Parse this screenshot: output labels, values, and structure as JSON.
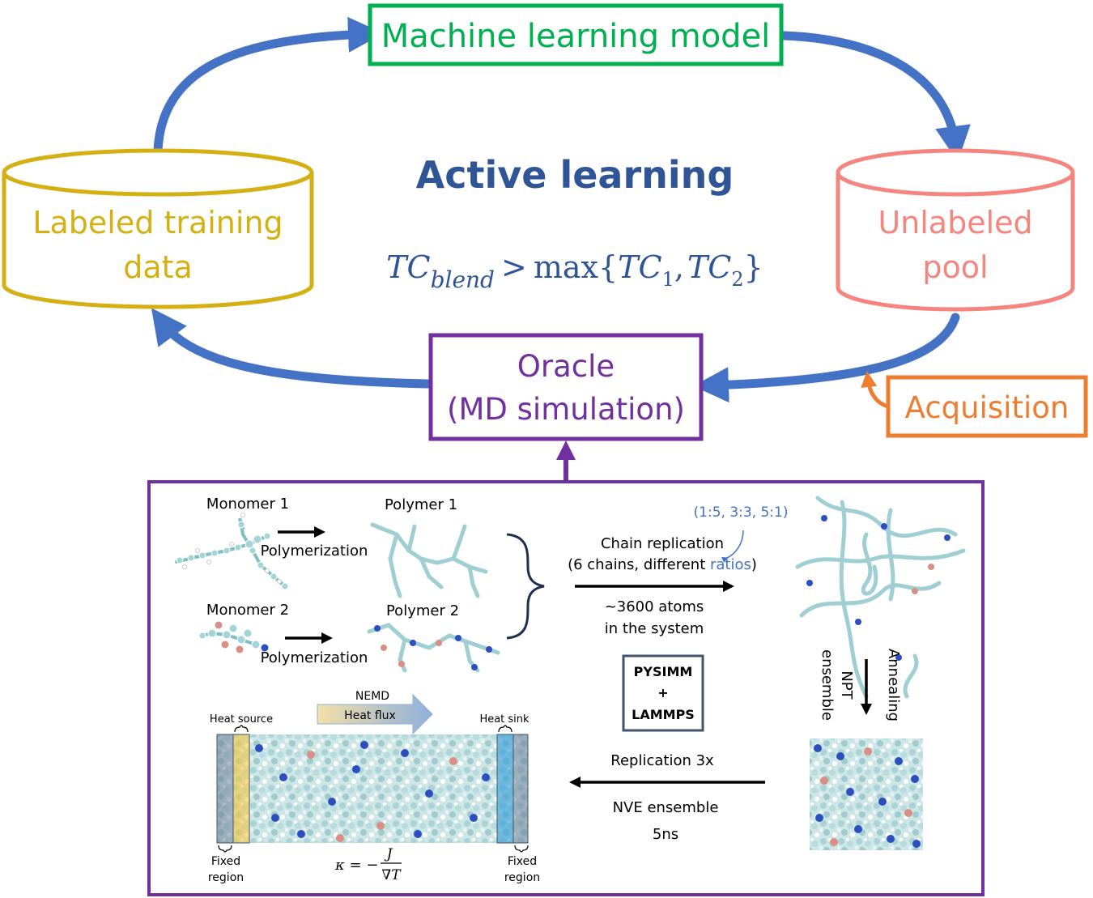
{
  "top_cycle": {
    "title": "Active learning",
    "equation": {
      "lhs": "TC",
      "lhs_sub": "blend",
      "op": ">",
      "func": "max",
      "open": "{",
      "t1": "TC",
      "t1_sub": "1",
      "comma": ",",
      "t2": "TC",
      "t2_sub": "2",
      "close": "}"
    },
    "ml_model": "Machine learning model",
    "labeled": {
      "line1": "Labeled training",
      "line2": "data"
    },
    "unlabeled": {
      "line1": "Unlabeled",
      "line2": "pool"
    },
    "oracle": {
      "line1": "Oracle",
      "line2": "(MD simulation)"
    },
    "acquisition": "Acquisition"
  },
  "workflow": {
    "monomer1": "Monomer 1",
    "monomer2": "Monomer 2",
    "polymer1": "Polymer 1",
    "polymer2": "Polymer 2",
    "polymerization1": "Polymerization",
    "polymerization2": "Polymerization",
    "ratios_note": "(1:5, 3:3, 5:1)",
    "chain_replication": "Chain replication",
    "chains_prefix": "(6 chains, different ",
    "chains_ratios": "ratios",
    "chains_suffix": ")",
    "atoms_line1": "~3600 atoms",
    "atoms_line2": "in the system",
    "pysimm": "PYSIMM",
    "plus": "+",
    "lammps": "LAMMPS",
    "annealing": "Annealing",
    "npt": "NPT",
    "ensemble": "ensemble",
    "replication": "Replication 3x",
    "nve": "NVE ensemble",
    "time": "5ns",
    "nemd": "NEMD",
    "heat_flux": "Heat flux",
    "heat_source": "Heat source",
    "heat_sink": "Heat sink",
    "fixed_left_1": "Fixed",
    "fixed_left_2": "region",
    "fixed_right_1": "Fixed",
    "fixed_right_2": "region",
    "kappa": "κ = −",
    "kappa_num": "J",
    "kappa_den": "∇T"
  },
  "colors": {
    "cycle_arrow": "#4472c4",
    "ml_green": "#00b050",
    "labeled_gold": "#d4b012",
    "unlabeled_pink": "#f4857f",
    "oracle_purple": "#7030a0",
    "acquisition_orange": "#ed7d31",
    "title_blue": "#2f5597",
    "ratio_blue": "#4472c4"
  }
}
